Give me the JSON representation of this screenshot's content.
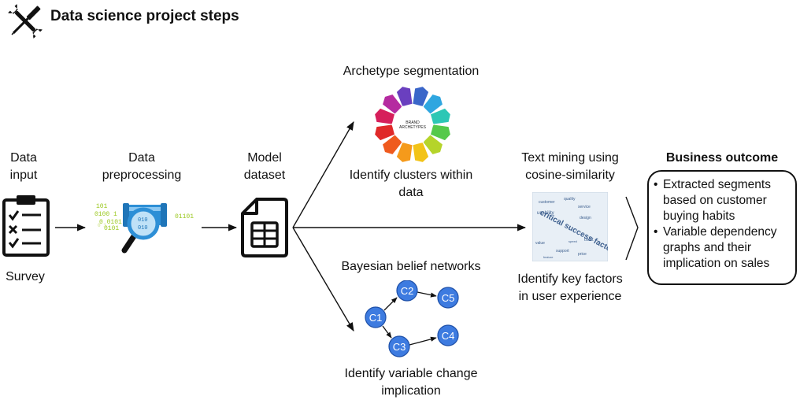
{
  "header": {
    "title": "Data science project steps",
    "icon": "tools-icon"
  },
  "steps": {
    "data_input": {
      "line1": "Data",
      "line2": "input",
      "caption": "Survey",
      "icon": "clipboard-checklist-icon"
    },
    "preprocessing": {
      "line1": "Data",
      "line2": "preprocessing",
      "left_bits": "101\n0100 1\n0 0101\n 0101\n0 1",
      "right_bits": "01101",
      "lens_bits": "010\n010",
      "icon": "pipe-magnifier-icon"
    },
    "model_dataset": {
      "line1": "Model",
      "line2": "dataset",
      "icon": "spreadsheet-file-icon"
    },
    "archetype": {
      "heading": "Archetype segmentation",
      "desc1": "Identify clusters within",
      "desc2": "data",
      "wheel_center1": "BRAND",
      "wheel_center2": "ARCHETYPES",
      "wheel_colors": [
        "#3a66c9",
        "#2fa6e0",
        "#2cc7b5",
        "#55c94a",
        "#b5d42a",
        "#f2c318",
        "#f59a1b",
        "#ef5a1e",
        "#e02929",
        "#d61f5b",
        "#b52aa0",
        "#6a3fbf"
      ]
    },
    "bayesian": {
      "heading": "Bayesian belief networks",
      "desc1": "Identify variable change",
      "desc2": "implication",
      "nodes": [
        "C1",
        "C2",
        "C3",
        "C4",
        "C5"
      ],
      "node_color": "#3d7be0"
    },
    "text_mining": {
      "heading1": "Text mining using",
      "heading2": "cosine-similarity",
      "desc1": "Identify key factors",
      "desc2": "in user experience",
      "word_cloud_big": "critical success factor",
      "image": "word-cloud-image"
    }
  },
  "outcome": {
    "heading": "Business outcome",
    "bullets": [
      "Extracted segments based on customer buying habits",
      "Variable dependency graphs and their implication on sales"
    ]
  }
}
